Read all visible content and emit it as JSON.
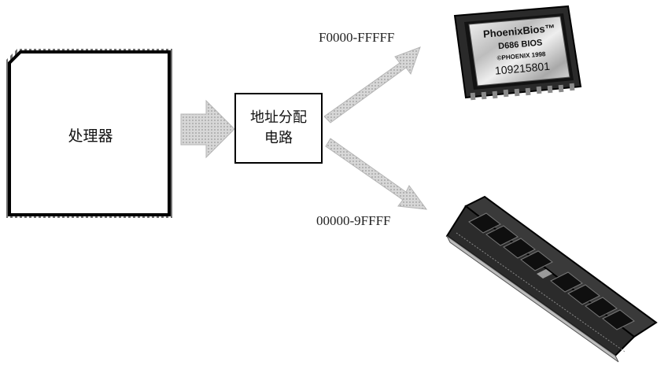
{
  "processor": {
    "label": "处理器"
  },
  "decoder": {
    "line1": "地址分配",
    "line2": "电路"
  },
  "routes": {
    "upper_range": "F0000-FFFFF",
    "lower_range": "00000-9FFFF"
  },
  "bios_chip": {
    "line1": "PhoenixBios™",
    "line2": "D686 BIOS",
    "line3": "©PHOENIX 1998",
    "line4": "109215801"
  },
  "colors": {
    "arrow_fill": "#cfcfcf",
    "chip_body": "#1a1a1a",
    "outline": "#000000"
  },
  "icons": {
    "bios": "bios-chip-icon",
    "ram": "ram-module-icon"
  }
}
